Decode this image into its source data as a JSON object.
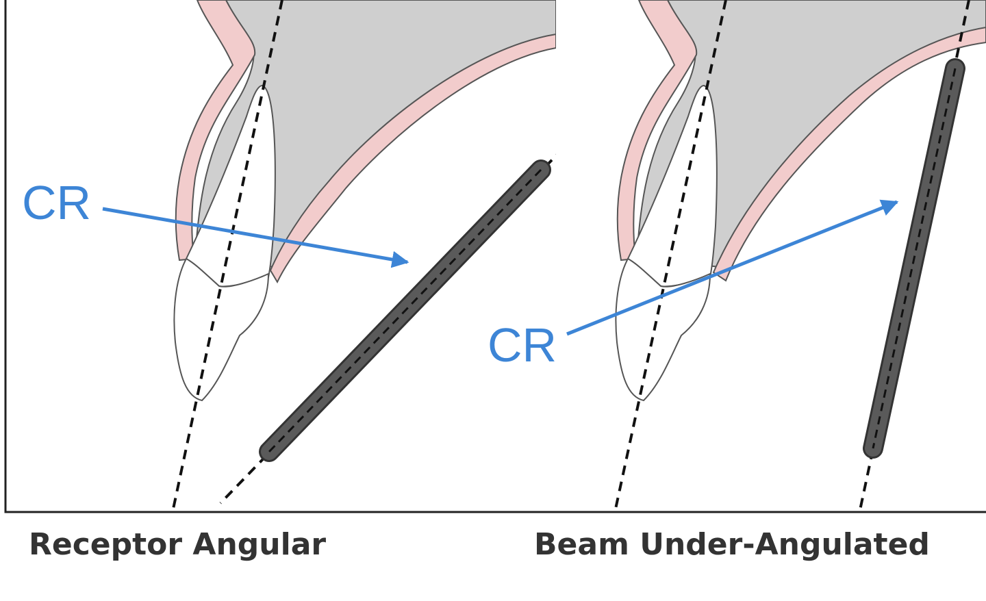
{
  "panels": [
    {
      "caption": "Receptor Angular",
      "cr_label": "CR"
    },
    {
      "caption": "Beam Under-Angulated",
      "cr_label": "CR"
    }
  ],
  "colors": {
    "bone": "#cfcfcf",
    "gum": "#f2cccc",
    "outline": "#555555",
    "arrow": "#3d85d6",
    "receptor": "#555555",
    "frame": "#222222",
    "caption": "#333333"
  }
}
